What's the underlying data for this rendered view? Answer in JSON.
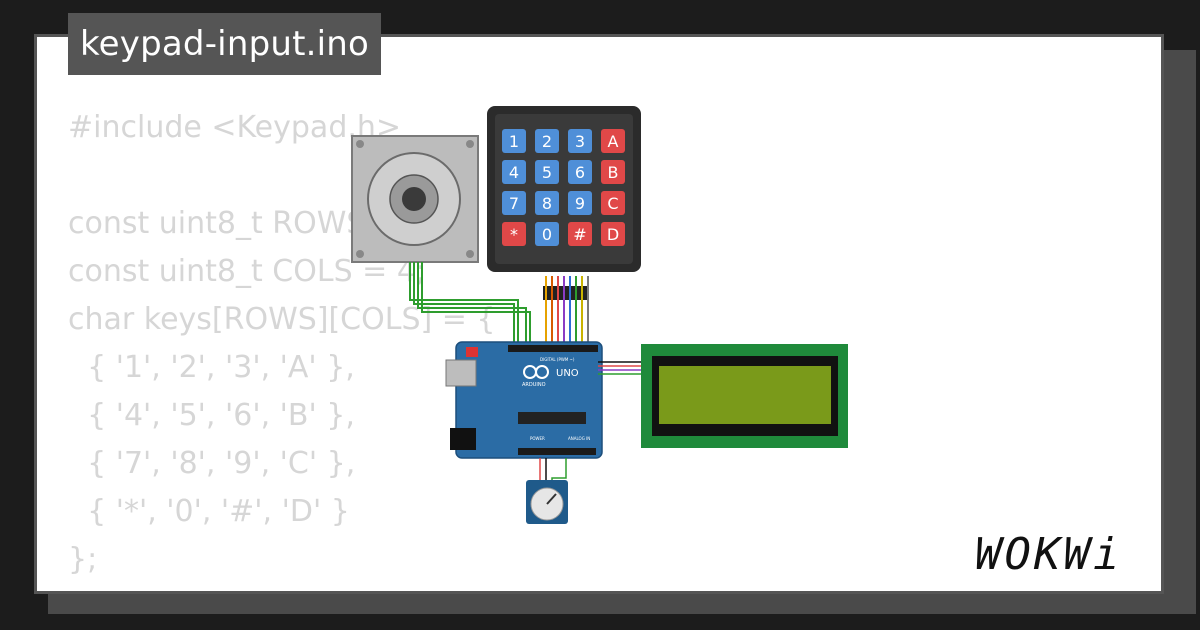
{
  "window": {
    "title": "keypad-input.ino"
  },
  "code": {
    "lines": [
      "#include <Keypad.h>",
      "",
      "const uint8_t ROWS = 4;",
      "const uint8_t COLS = 4;",
      "char keys[ROWS][COLS] = {",
      "  { '1', '2', '3', 'A' },",
      "  { '4', '5', '6', 'B' },",
      "  { '7', '8', '9', 'C' },",
      "  { '*', '0', '#', 'D' }",
      "};"
    ]
  },
  "diagram": {
    "keypad_keys": [
      "1",
      "2",
      "3",
      "A",
      "4",
      "5",
      "6",
      "B",
      "7",
      "8",
      "9",
      "C",
      "*",
      "0",
      "#",
      "D"
    ],
    "arduino": {
      "brand": "ARDUINO",
      "model": "UNO",
      "digital_label": "DIGITAL (PWM ~)",
      "power_label": "POWER",
      "analog_label": "ANALOG IN"
    },
    "colors": {
      "keypad_body": "#2b2b2b",
      "key_blue": "#4f8fd8",
      "key_red": "#e04848",
      "arduino_board": "#2b6ca5",
      "lcd_frame": "#1f8a3b",
      "lcd_screen": "#7a9a1a",
      "wire_green": "#2e9d2e"
    }
  },
  "brand": {
    "logo_text": "WOKWi"
  }
}
